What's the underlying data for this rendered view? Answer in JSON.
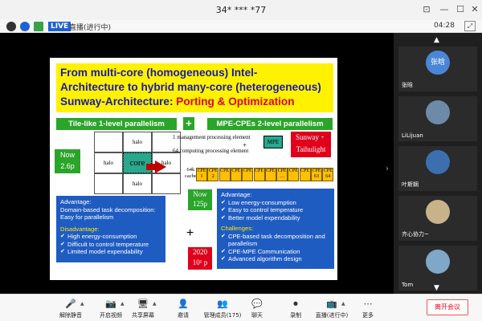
{
  "window": {
    "title": "34* *** *77"
  },
  "status": {
    "live_badge": "LIVE",
    "live_text": "直播(进行中)",
    "timer": "04:28"
  },
  "slide": {
    "title_line1": "From multi-core (homogeneous) Intel-",
    "title_line2": "Architecture to hybrid many-core (heterogeneous)",
    "title_line3a": "Sunway-Architecture: ",
    "title_line3b": "Porting & Optimization",
    "left_header": "Tile-like 1-level parallelism",
    "plus": "+",
    "right_header": "MPE-CPEs 2-level parallelism",
    "now_left": [
      "Now",
      "2.6p"
    ],
    "halo": "halo",
    "core": "core",
    "mgmt_text": "1 management processing element",
    "mgmt_plus": "+",
    "compute_text": "64 computing processing element",
    "mpe": "MPE",
    "sunway_line1": "Sunway・",
    "sunway_line2": "Taihulight",
    "cache": [
      "64k",
      "cache"
    ],
    "cpes": [
      {
        "top": "CPE",
        "bot": "1"
      },
      {
        "top": "CPE",
        "bot": "2"
      },
      {
        "top": "CPE",
        "bot": ""
      },
      {
        "top": "CPE",
        "bot": ""
      },
      {
        "top": "CPE",
        "bot": ""
      },
      {
        "top": "CPE",
        "bot": ""
      },
      {
        "top": "CPE",
        "bot": ""
      },
      {
        "top": "CPE",
        "bot": "…"
      },
      {
        "top": "CPE",
        "bot": ""
      },
      {
        "top": "CPE",
        "bot": ""
      },
      {
        "top": "CPE",
        "bot": "63"
      },
      {
        "top": "CPE",
        "bot": "64"
      }
    ],
    "left_box": {
      "adv_title": "Advantage:",
      "adv_lines": [
        "Domain-based task decomposition:",
        "Easy for parallelism"
      ],
      "dis_title": "Disadvantage:",
      "dis_items": [
        "High energy-consumption",
        "Difficult to control temperature",
        "Limited model expendability"
      ]
    },
    "now_right": [
      "Now",
      "125p"
    ],
    "plus2": "+",
    "future": [
      "2020",
      "10¹ p"
    ],
    "right_box": {
      "adv_title": "Advantage:",
      "adv_items": [
        "Low energy-consumption",
        "Easy to control temperature",
        "Better model expendability"
      ],
      "chal_title": "Challenges:",
      "chal_items": [
        "CPE-based task decomposition and parallelism",
        "CPE-MPE Communication",
        "Advanced algorithm design"
      ]
    }
  },
  "participants": [
    {
      "name": "张晗",
      "avatar_text": "张晗",
      "color": "#4a86d8"
    },
    {
      "name": "LiLijuan",
      "avatar_text": "",
      "color": "#6d8aa8"
    },
    {
      "name": "叶斯娴",
      "avatar_text": "",
      "color": "#3b6fb0"
    },
    {
      "name": "齐心协力~",
      "avatar_text": "",
      "color": "#c8b28a"
    },
    {
      "name": "Tom",
      "avatar_text": "",
      "color": "#7fa7c9"
    }
  ],
  "toolbar": [
    {
      "label": "解除静音",
      "icon": "🎤"
    },
    {
      "label": "开启视频",
      "icon": "📷"
    },
    {
      "label": "共享屏幕",
      "icon": "🖥"
    },
    {
      "label": "邀请",
      "icon": "👤"
    },
    {
      "label": "管理成员(175)",
      "icon": "👥"
    },
    {
      "label": "聊天",
      "icon": "💬"
    },
    {
      "label": "录制",
      "icon": "⏺"
    },
    {
      "label": "直播(进行中)",
      "icon": "📺"
    },
    {
      "label": "更多",
      "icon": "⋯"
    }
  ],
  "leave_label": "离开会议"
}
